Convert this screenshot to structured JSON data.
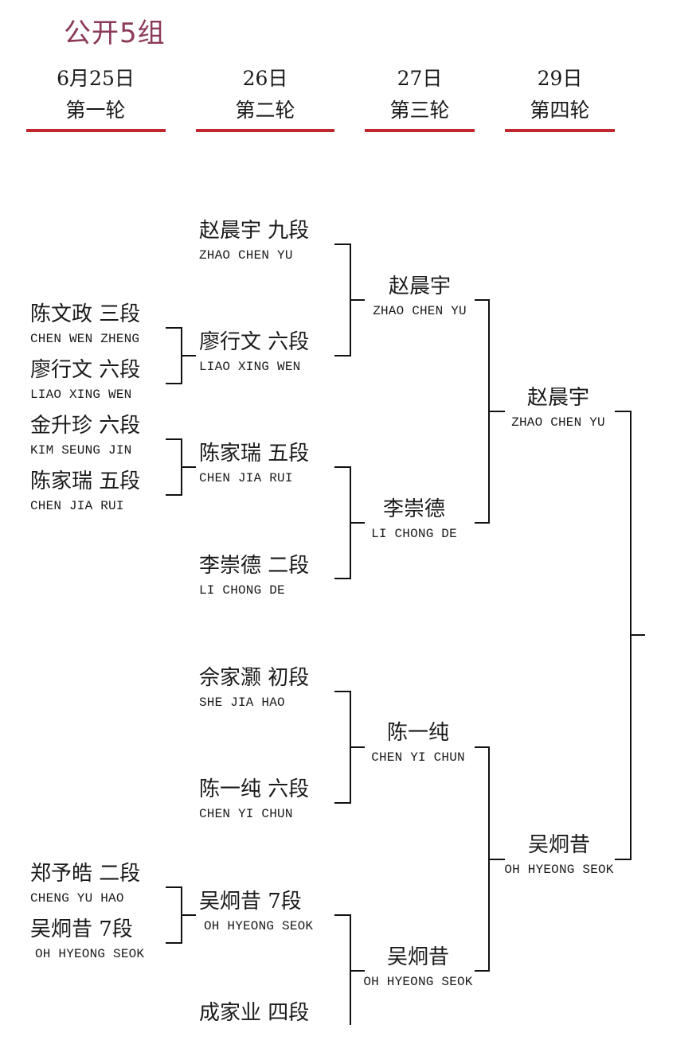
{
  "title": "公开5组",
  "rounds": [
    {
      "date": "6月25日",
      "name": "第一轮"
    },
    {
      "date": "26日",
      "name": "第二轮"
    },
    {
      "date": "27日",
      "name": "第三轮"
    },
    {
      "date": "29日",
      "name": "第四轮"
    }
  ],
  "round1": [
    {
      "cn": "陈文政  三段",
      "en": "CHEN WEN ZHENG"
    },
    {
      "cn": "廖行文  六段",
      "en": "LIAO XING WEN"
    },
    {
      "cn": "金升珍  六段",
      "en": "KIM SEUNG JIN"
    },
    {
      "cn": "陈家瑞  五段",
      "en": "CHEN JIA RUI"
    },
    {
      "cn": "郑予皓  二段",
      "en": "CHENG YU HAO"
    },
    {
      "cn": "吴炯昔  7段",
      "en": "OH HYEONG SEOK"
    }
  ],
  "round2": [
    {
      "cn": "赵晨宇  九段",
      "en": "ZHAO CHEN YU"
    },
    {
      "cn": "廖行文  六段",
      "en": "LIAO XING WEN"
    },
    {
      "cn": "陈家瑞  五段",
      "en": "CHEN JIA RUI"
    },
    {
      "cn": "李崇德  二段",
      "en": "LI CHONG DE"
    },
    {
      "cn": "佘家灏  初段",
      "en": "SHE JIA HAO"
    },
    {
      "cn": "陈一纯  六段",
      "en": "CHEN YI CHUN"
    },
    {
      "cn": "吴炯昔  7段",
      "en": "OH HYEONG SEOK"
    },
    {
      "cn": "成家业  四段",
      "en": ""
    }
  ],
  "round3": [
    {
      "cn": "赵晨宇",
      "en": "ZHAO CHEN YU"
    },
    {
      "cn": "李崇德",
      "en": "LI CHONG DE"
    },
    {
      "cn": "陈一纯",
      "en": "CHEN YI CHUN"
    },
    {
      "cn": "吴炯昔",
      "en": "OH HYEONG SEOK"
    }
  ],
  "round4": [
    {
      "cn": "赵晨宇",
      "en": "ZHAO CHEN YU"
    },
    {
      "cn": "吴炯昔",
      "en": "OH HYEONG SEOK"
    }
  ]
}
